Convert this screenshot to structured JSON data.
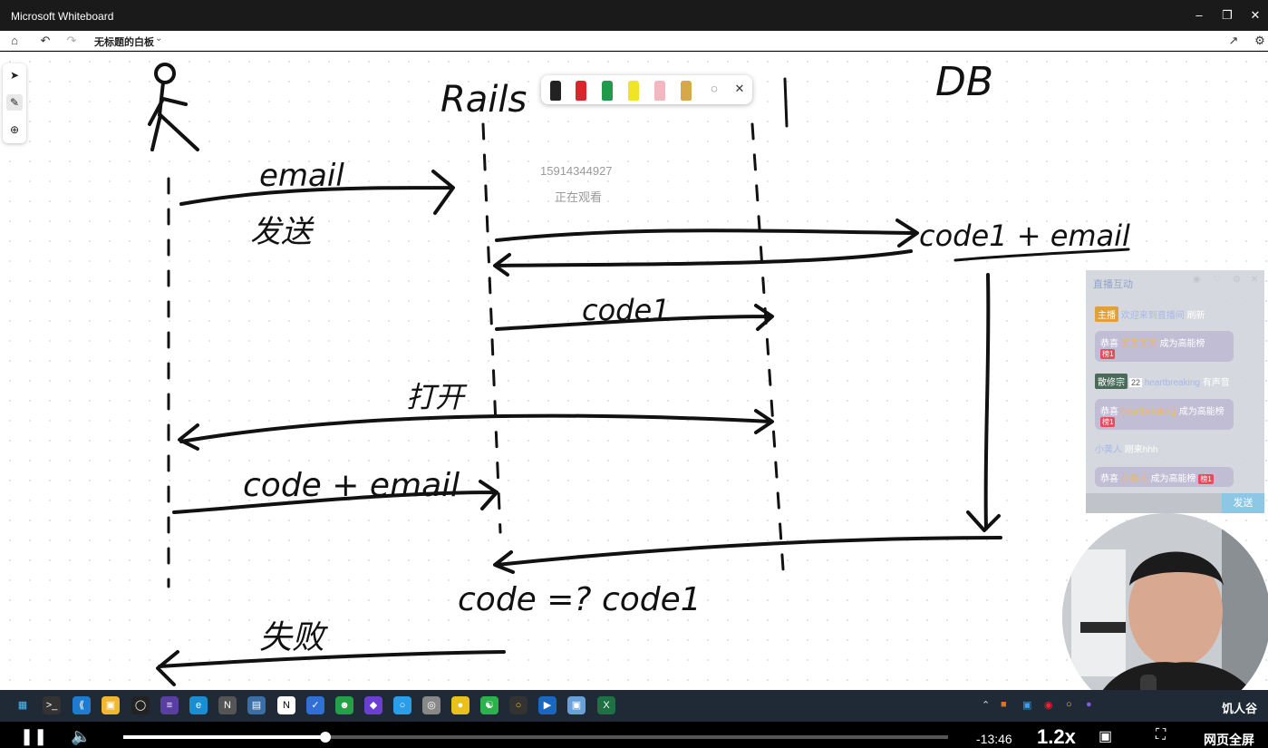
{
  "window": {
    "title": "Microsoft Whiteboard"
  },
  "toolbar": {
    "doc_title": "无标题的白板"
  },
  "whiteboard": {
    "watch_number": "15914344927",
    "watch_text": "正在观看",
    "handwriting": {
      "rails": "Rails",
      "db": "DB",
      "email": "email",
      "send": "发送",
      "code1_email": "code1 + email",
      "code1": "code1",
      "open": "打开",
      "code_email": "code + email",
      "compare": "code =? code1",
      "fail": "失败"
    }
  },
  "chat": {
    "title": "直播互动",
    "send_label": "发送",
    "messages": [
      {
        "tag": "主播",
        "name": "欢迎来到直播间",
        "text": "刷新"
      },
      {
        "prefix": "恭喜",
        "name": "某某某某",
        "text": "成为高能榜",
        "rank": "榜1"
      },
      {
        "tag": "散修宗",
        "level": "22",
        "name": "heartbreaking",
        "text": "有声音"
      },
      {
        "prefix": "恭喜",
        "name": "heartbreaking",
        "text": "成为高能榜",
        "rank": "榜1"
      },
      {
        "name": "小黄人",
        "text": "刚来hhh"
      },
      {
        "prefix": "恭喜",
        "name": "小黄人",
        "text": "成为高能榜",
        "rank": "榜1"
      }
    ]
  },
  "taskbar": {
    "brand": "饥人谷"
  },
  "player": {
    "time": "-13:46",
    "speed": "1.2x",
    "fullpage": "网页全屏",
    "progress": 0.245
  }
}
